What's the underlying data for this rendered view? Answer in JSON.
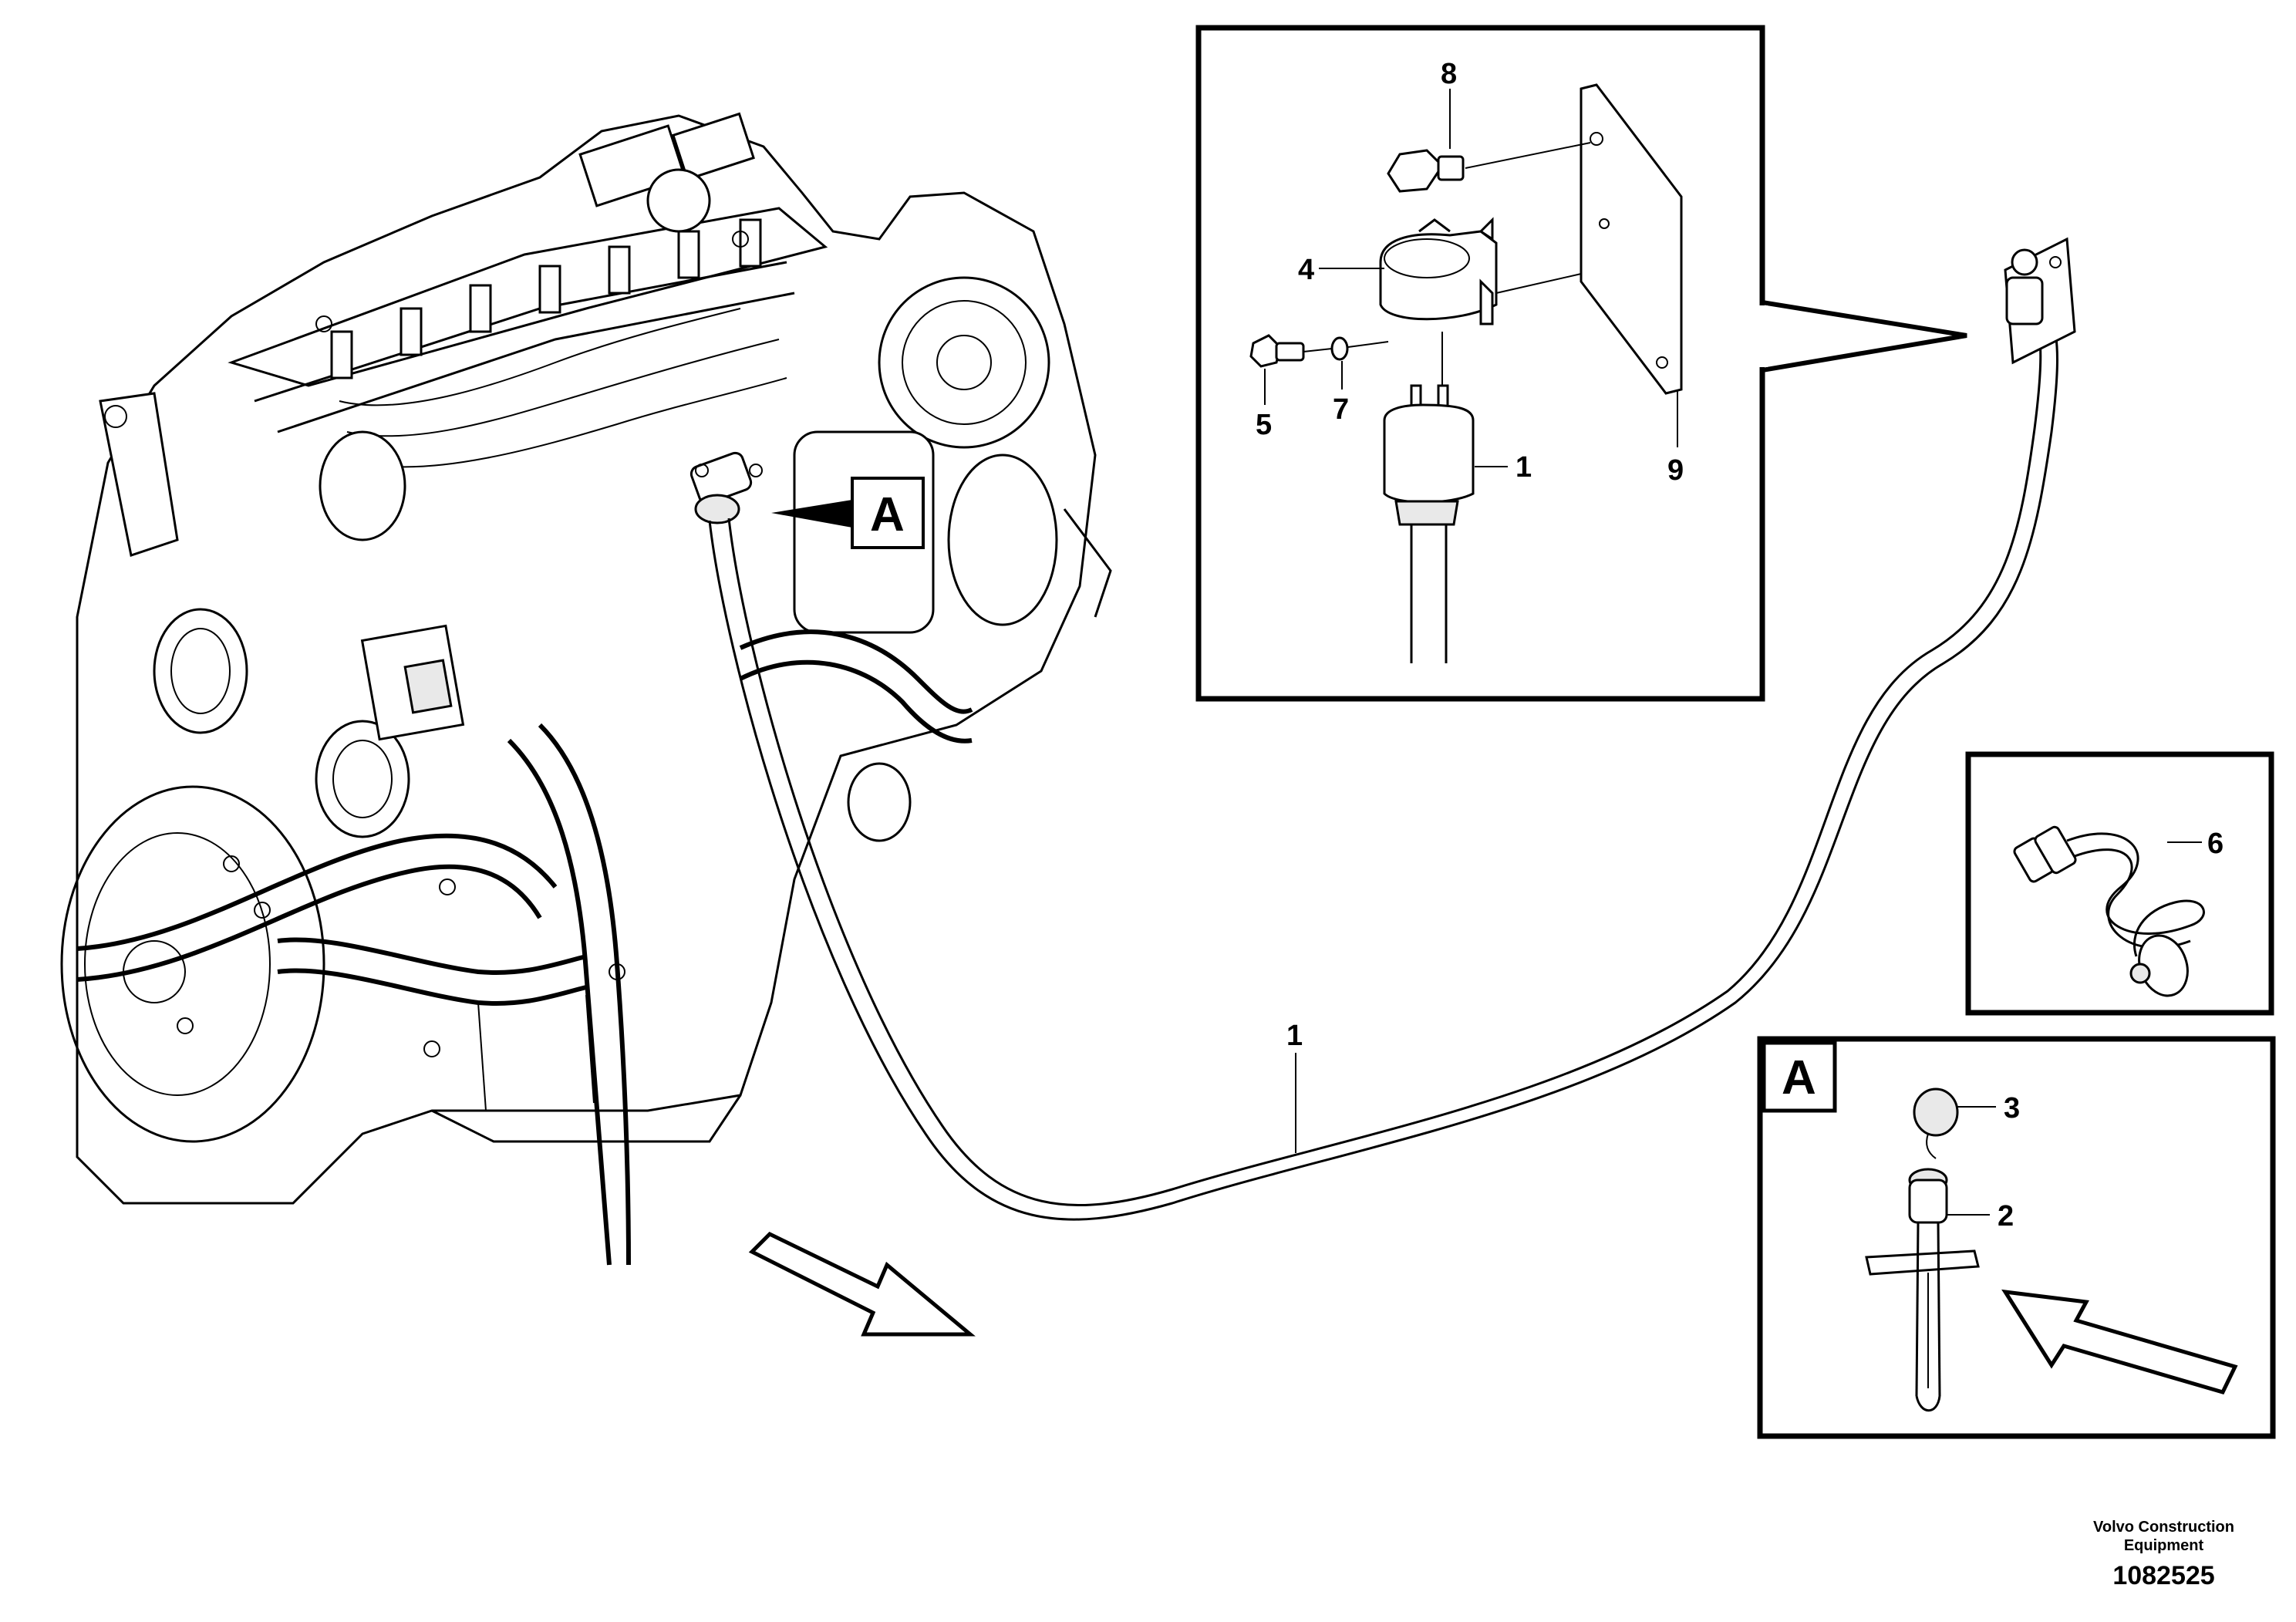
{
  "callouts": {
    "c8": "8",
    "c4": "4",
    "c5": "5",
    "c7": "7",
    "c1_detail": "1",
    "c9": "9",
    "c6": "6",
    "c1_main": "1",
    "c3": "3",
    "c2": "2"
  },
  "views": {
    "label_main": "A",
    "label_detail": "A"
  },
  "footer": {
    "company_line1": "Volvo Construction",
    "company_line2": "Equipment",
    "drawing_number": "1082525"
  }
}
